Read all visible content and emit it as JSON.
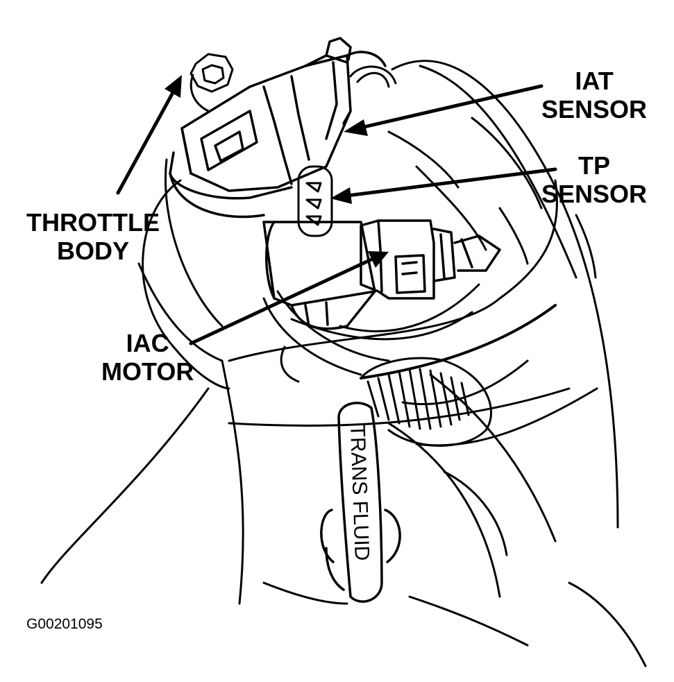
{
  "labels": {
    "iat": [
      "IAT",
      "SENSOR"
    ],
    "tp": [
      "TP",
      "SENSOR"
    ],
    "throttle": [
      "THROTTLE",
      "BODY"
    ],
    "iac": [
      "IAC",
      "MOTOR"
    ],
    "dipstick": "TRANS FLUID"
  },
  "figure_id": "G00201095",
  "colors": {
    "ink": "#000000",
    "paper": "#ffffff"
  }
}
